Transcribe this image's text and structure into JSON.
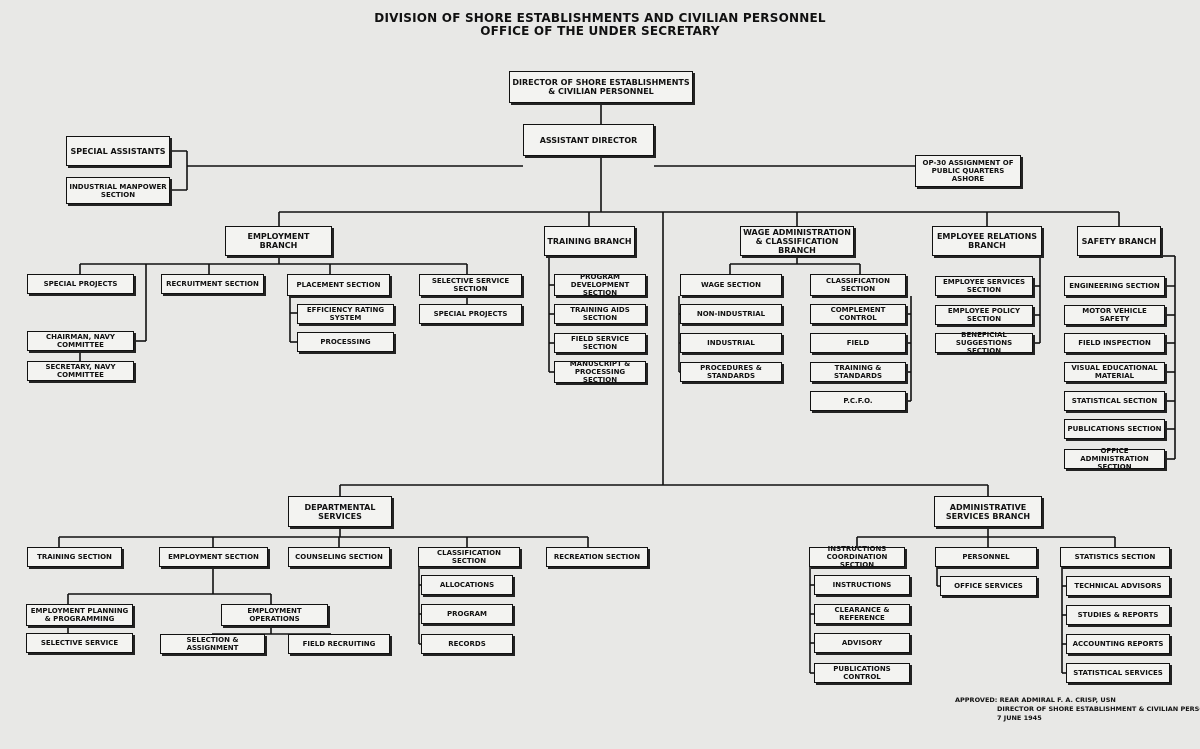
{
  "title": {
    "line1": "DIVISION OF SHORE ESTABLISHMENTS AND CIVILIAN PERSONNEL",
    "line2": "OFFICE OF THE UNDER SECRETARY"
  },
  "boxes": {
    "director": "DIRECTOR OF SHORE ESTABLISHMENTS & CIVILIAN PERSONNEL",
    "assistant_director": "ASSISTANT DIRECTOR",
    "special_assistants": "SPECIAL ASSISTANTS",
    "industrial_manpower": "INDUSTRIAL MANPOWER SECTION",
    "op30": "OP-30 ASSIGNMENT OF PUBLIC QUARTERS ASHORE",
    "employment_branch": "EMPLOYMENT BRANCH",
    "training_branch": "TRAINING BRANCH",
    "wage_branch": "WAGE ADMINISTRATION & CLASSIFICATION BRANCH",
    "employee_relations_branch": "EMPLOYEE RELATIONS BRANCH",
    "safety_branch": "SAFETY BRANCH",
    "special_projects": "SPECIAL PROJECTS",
    "recruitment_section": "RECRUITMENT SECTION",
    "placement_section": "PLACEMENT SECTION",
    "selective_service_section": "SELECTIVE SERVICE SECTION",
    "efficiency_rating": "EFFICIENCY RATING SYSTEM",
    "processing": "PROCESSING",
    "special_projects_2": "SPECIAL PROJECTS",
    "chairman_navy": "CHAIRMAN, NAVY COMMITTEE",
    "secretary_navy": "SECRETARY, NAVY COMMITTEE",
    "program_development": "PROGRAM DEVELOPMENT SECTION",
    "training_aids": "TRAINING AIDS SECTION",
    "field_service": "FIELD SERVICE SECTION",
    "manuscript_processing": "MANUSCRIPT & PROCESSING SECTION",
    "wage_section": "WAGE SECTION",
    "non_industrial": "NON-INDUSTRIAL",
    "industrial": "INDUSTRIAL",
    "procedures_standards": "PROCEDURES & STANDARDS",
    "classification_section": "CLASSIFICATION SECTION",
    "complement_control": "COMPLEMENT CONTROL",
    "field": "FIELD",
    "training_standards": "TRAINING & STANDARDS",
    "pcfo": "P.C.F.O.",
    "employee_services": "EMPLOYEE SERVICES SECTION",
    "employee_policy": "EMPLOYEE POLICY SECTION",
    "beneficial_suggestions": "BENEFICIAL SUGGESTIONS SECTION",
    "engineering_section": "ENGINEERING SECTION",
    "motor_vehicle_safety": "MOTOR VEHICLE SAFETY",
    "field_inspection": "FIELD INSPECTION",
    "visual_educational": "VISUAL EDUCATIONAL MATERIAL",
    "statistical_section": "STATISTICAL SECTION",
    "publications_section": "PUBLICATIONS SECTION",
    "office_administration": "OFFICE ADMINISTRATION SECTION",
    "departmental_services": "DEPARTMENTAL SERVICES",
    "administrative_services": "ADMINISTRATIVE SERVICES BRANCH",
    "training_section": "TRAINING SECTION",
    "employment_section": "EMPLOYMENT SECTION",
    "counseling_section": "COUNSELING SECTION",
    "classification_section_2": "CLASSIFICATION SECTION",
    "recreation_section": "RECREATION SECTION",
    "employment_planning": "EMPLOYMENT PLANNING & PROGRAMMING",
    "selective_service": "SELECTIVE SERVICE",
    "employment_operations": "EMPLOYMENT OPERATIONS",
    "selection_assignment": "SELECTION & ASSIGNMENT",
    "field_recruiting": "FIELD RECRUITING",
    "allocations": "ALLOCATIONS",
    "program": "PROGRAM",
    "records": "RECORDS",
    "instructions_coordination": "INSTRUCTIONS COORDINATION SECTION",
    "instructions": "INSTRUCTIONS",
    "clearance_reference": "CLEARANCE & REFERENCE",
    "advisory": "ADVISORY",
    "publications_control": "PUBLICATIONS CONTROL",
    "personnel": "PERSONNEL",
    "office_services": "OFFICE SERVICES",
    "statistics_section": "STATISTICS SECTION",
    "technical_advisors": "TECHNICAL ADVISORS",
    "studies_reports": "STUDIES & REPORTS",
    "accounting_reports": "ACCOUNTING REPORTS",
    "statistical_services": "STATISTICAL SERVICES"
  },
  "approval": {
    "line1": "APPROVED:  REAR ADMIRAL F. A. CRISP, USN",
    "line2": "DIRECTOR OF SHORE ESTABLISHMENT & CIVILIAN PERSONNEL",
    "line3": "7 JUNE 1945"
  }
}
